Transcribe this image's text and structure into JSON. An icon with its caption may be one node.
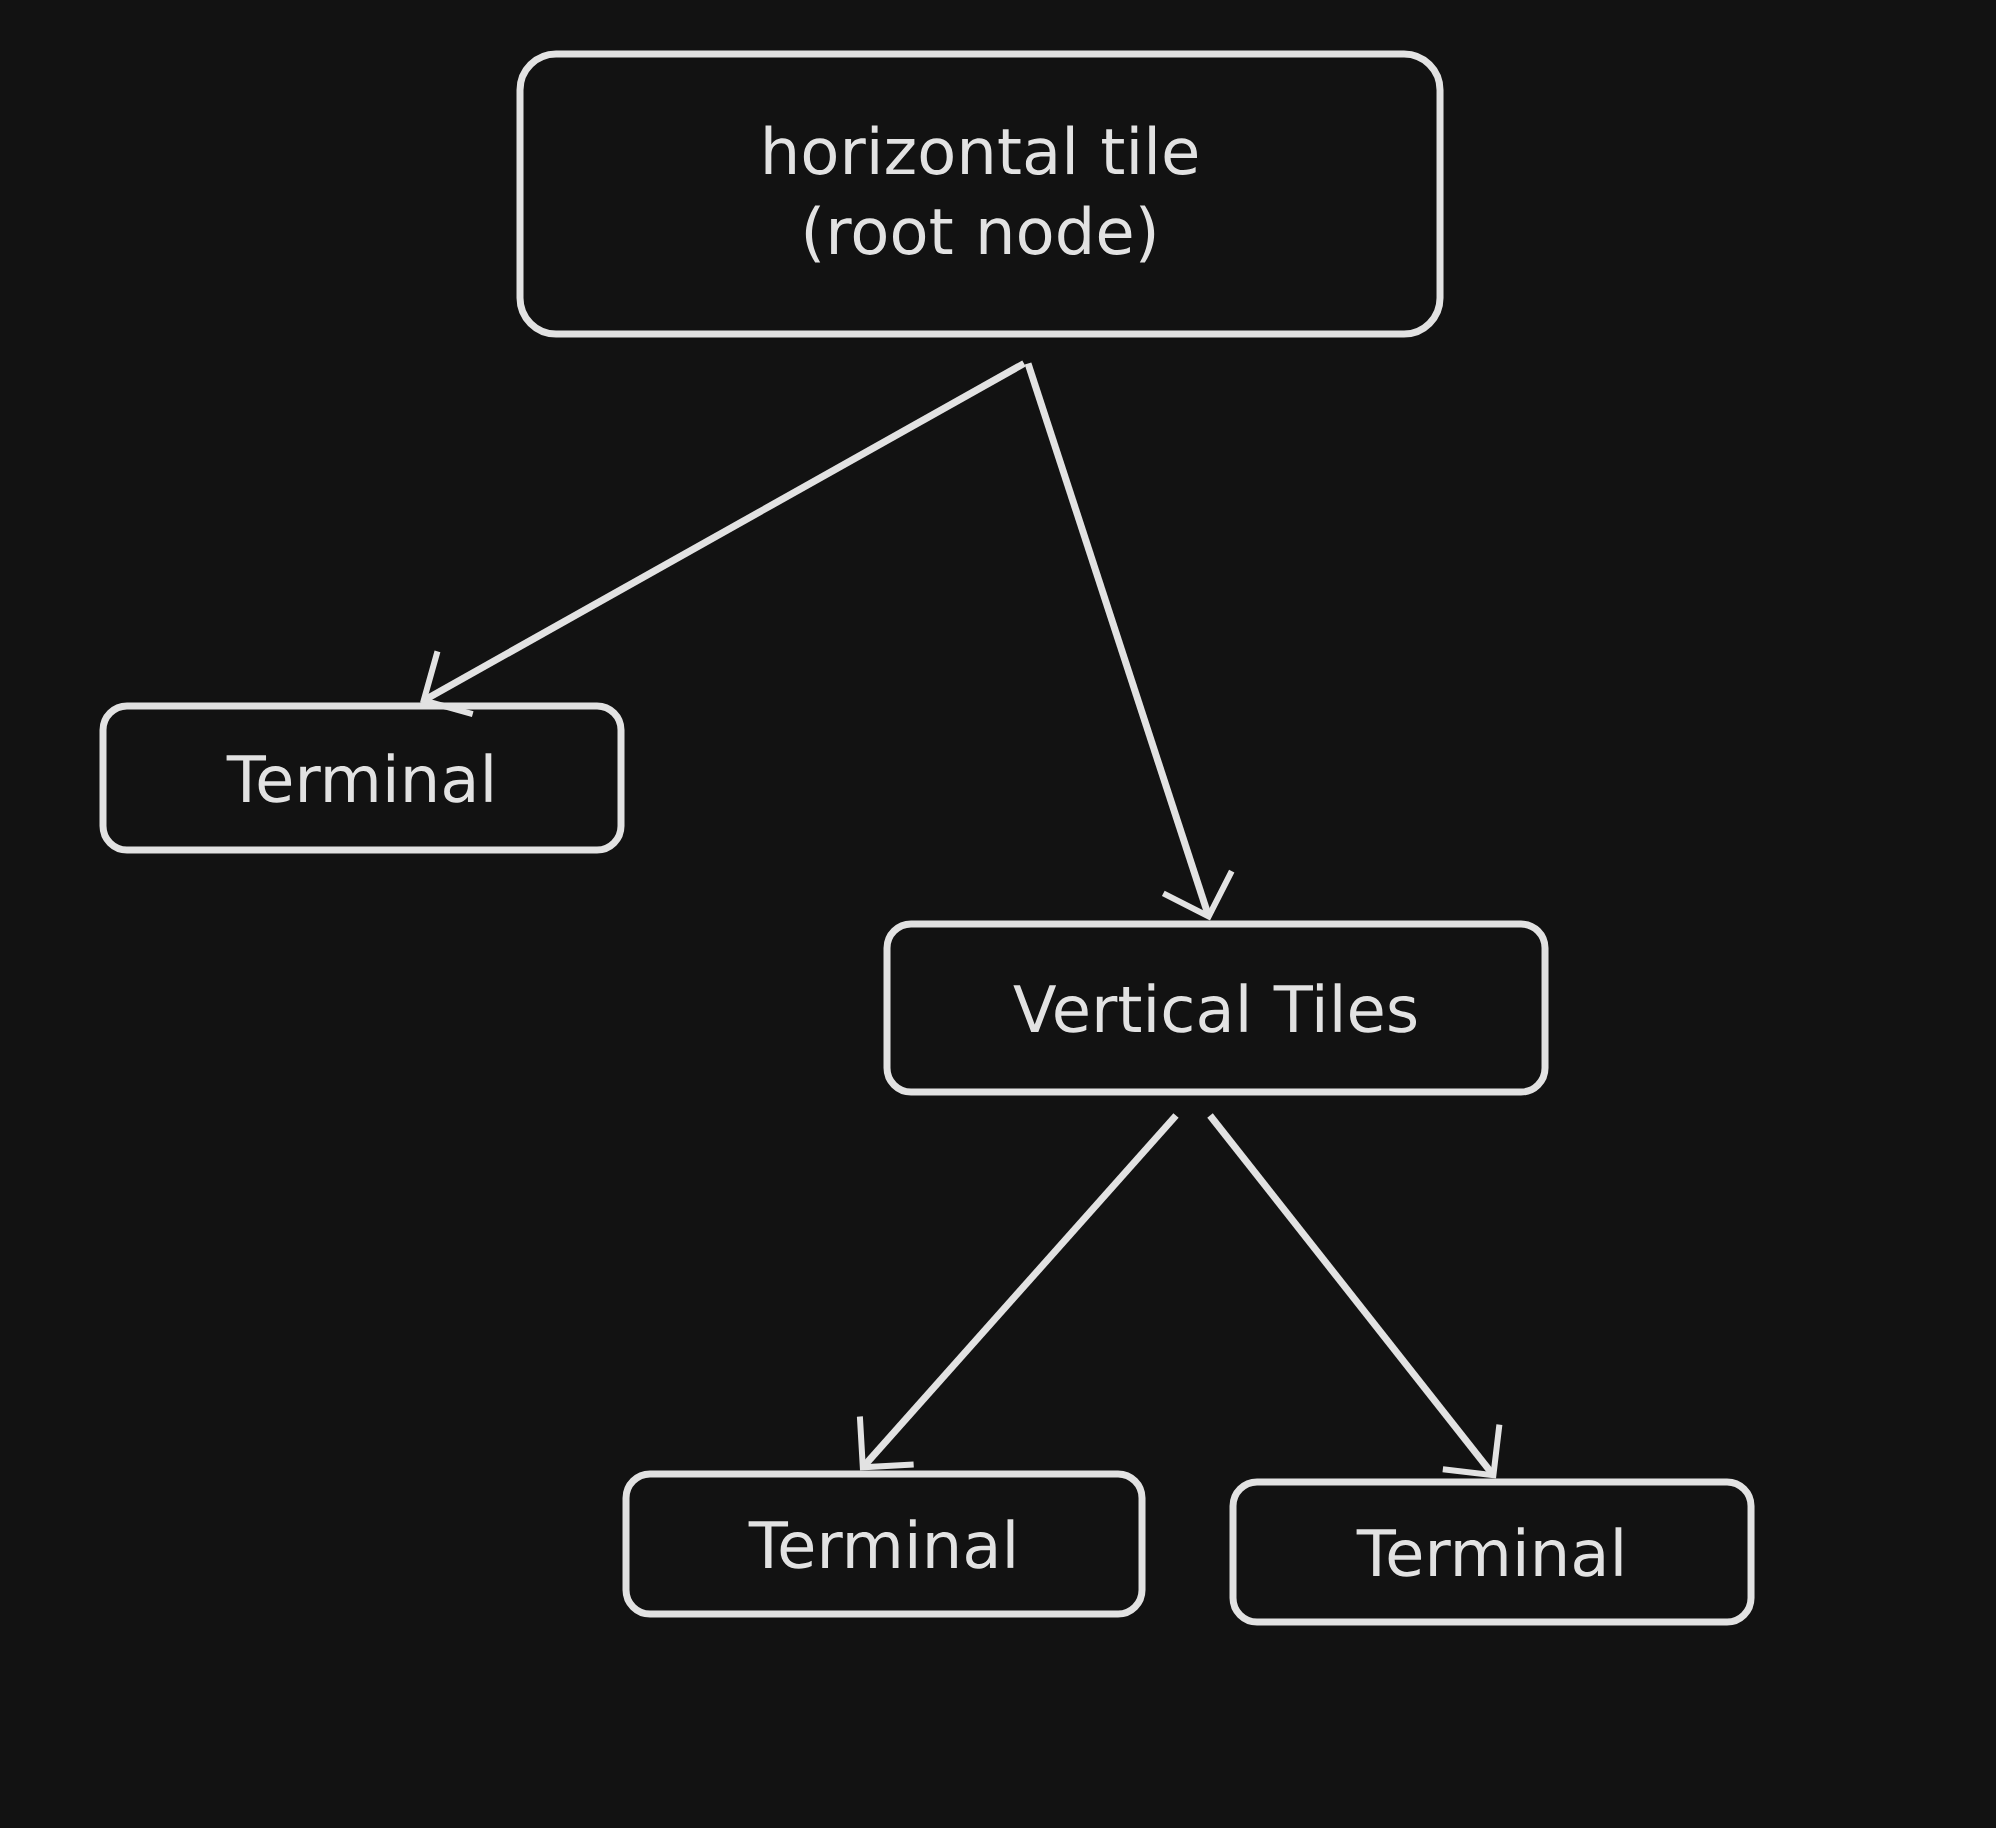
{
  "diagram": {
    "nodes": [
      {
        "text": [
          "horizontal tile (root node)"
        ]
      },
      {
        "text": [
          "Terminal"
        ]
      },
      {
        "text": [
          "Vertical Tiles"
        ]
      },
      {
        "text": [
          "Terminal"
        ]
      },
      {
        "text": [
          "Terminal"
        ]
      }
    ],
    "edges": [
      {
        "from": 0,
        "to": 1,
        "arrow": "to"
      },
      {
        "from": 0,
        "to": 2,
        "arrow": "to"
      },
      {
        "from": 2,
        "to": 3,
        "arrow": "to"
      },
      {
        "from": 2,
        "to": 4,
        "arrow": "to"
      }
    ]
  }
}
